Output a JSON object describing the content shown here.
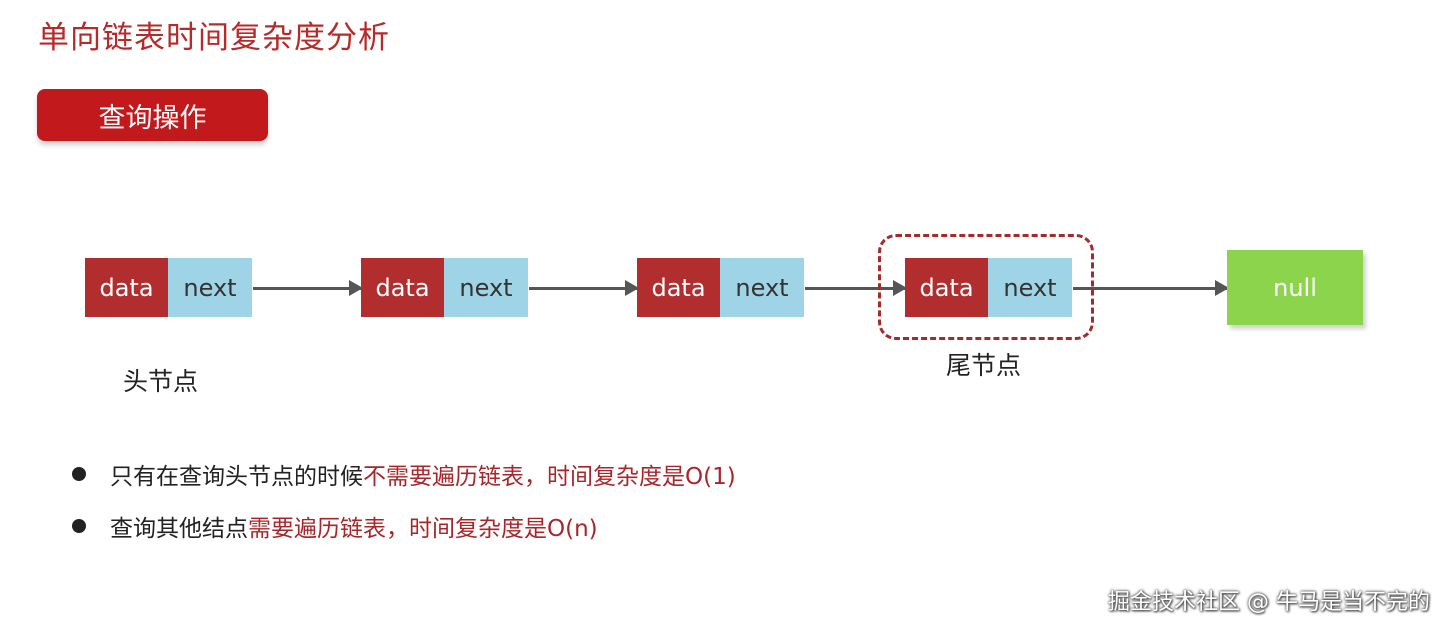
{
  "title": "单向链表时间复杂度分析",
  "section": "查询操作",
  "nodes": [
    {
      "data": "data",
      "next": "next"
    },
    {
      "data": "data",
      "next": "next"
    },
    {
      "data": "data",
      "next": "next"
    },
    {
      "data": "data",
      "next": "next"
    }
  ],
  "null_label": "null",
  "head_label": "头节点",
  "tail_label": "尾节点",
  "bullets": [
    {
      "normal": "只有在查询头节点的时候",
      "highlight": "不需要遍历链表，时间复杂度是O(1)"
    },
    {
      "normal": "查询其他结点",
      "highlight": "需要遍历链表，时间复杂度是O(n)"
    }
  ],
  "watermark": "掘金技术社区 @ 牛马是当不完的",
  "colors": {
    "title": "#b62a2a",
    "badge": "#c2191d",
    "data_cell": "#b22e2e",
    "next_cell": "#9fd4e6",
    "null_box": "#8cd44c",
    "highlight": "#a8262b"
  }
}
